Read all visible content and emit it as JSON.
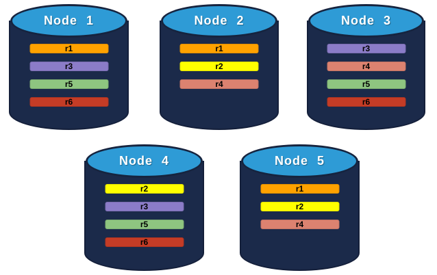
{
  "diagram": {
    "kind": "database-node-replica-distribution",
    "node_count": 5,
    "replica_ids": [
      "r1",
      "r2",
      "r3",
      "r4",
      "r5",
      "r6"
    ]
  },
  "nodes": [
    {
      "label": "Node 1",
      "replicas": [
        "r1",
        "r3",
        "r5",
        "r6"
      ]
    },
    {
      "label": "Node 2",
      "replicas": [
        "r1",
        "r2",
        "r4"
      ]
    },
    {
      "label": "Node 3",
      "replicas": [
        "r3",
        "r4",
        "r5",
        "r6"
      ]
    },
    {
      "label": "Node 4",
      "replicas": [
        "r2",
        "r3",
        "r5",
        "r6"
      ]
    },
    {
      "label": "Node 5",
      "replicas": [
        "r1",
        "r2",
        "r4"
      ]
    }
  ],
  "colors": {
    "background": "#FFFFFF",
    "cylinder_body": "#1B2A4A",
    "cylinder_outline": "#141F3A",
    "cylinder_top_fill": "#2E9BD6",
    "node_label_text": "#FFFFFF",
    "replica_label_text": "#000000",
    "replicas": {
      "r1": "#FFA200",
      "r2": "#FFFF00",
      "r3": "#8B7CC8",
      "r4": "#DC8270",
      "r5": "#8EC580",
      "r6": "#C43C26"
    }
  }
}
